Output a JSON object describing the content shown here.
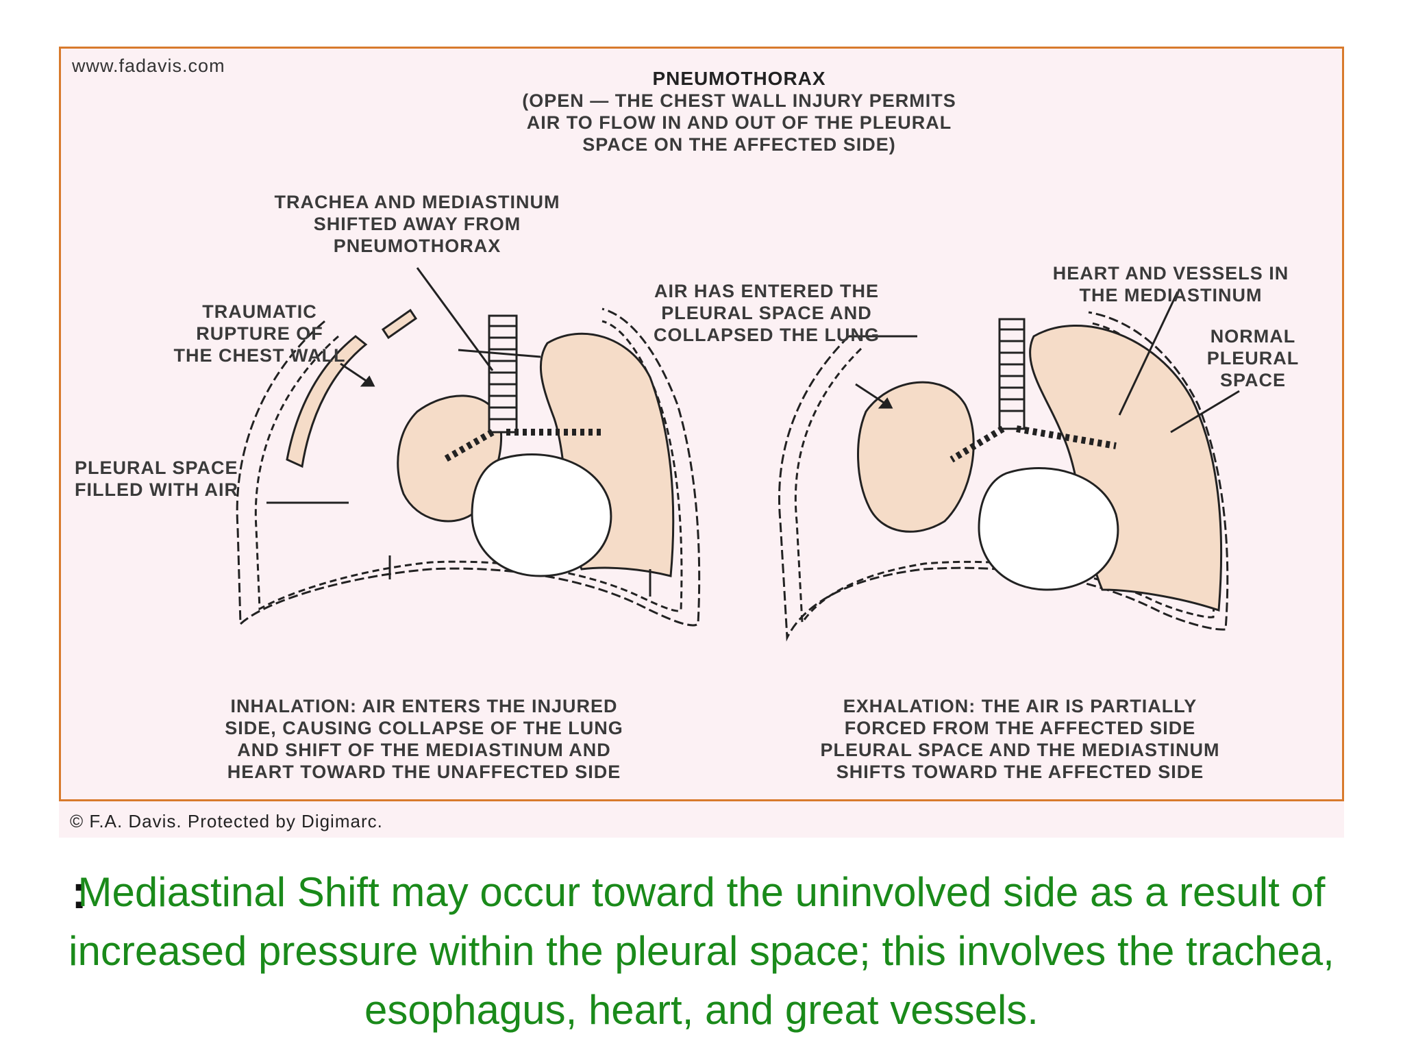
{
  "figure": {
    "url": "www.fadavis.com",
    "title": "PNEUMOTHORAX",
    "subtitle": "(OPEN — THE CHEST WALL INJURY PERMITS\nAIR TO FLOW IN AND OUT OF THE PLEURAL\nSPACE ON THE AFFECTED SIDE)",
    "labels": {
      "trachea": "TRACHEA AND MEDIASTINUM\nSHIFTED AWAY FROM\nPNEUMOTHORAX",
      "rupture": "TRAUMATIC\nRUPTURE OF\nTHE CHEST WALL",
      "air_entered": "AIR HAS ENTERED THE\nPLEURAL SPACE AND\nCOLLAPSED THE LUNG",
      "heart_vessels": "HEART AND VESSELS IN\nTHE MEDIASTINUM",
      "normal_pleural": "NORMAL\nPLEURAL\nSPACE",
      "pleural_air": "PLEURAL SPACE\nFILLED WITH AIR"
    },
    "captions": {
      "inhalation": "INHALATION: AIR ENTERS THE INJURED\nSIDE, CAUSING COLLAPSE OF THE LUNG\nAND SHIFT OF THE MEDIASTINUM AND\nHEART TOWARD THE UNAFFECTED SIDE",
      "exhalation": "EXHALATION: THE AIR IS PARTIALLY\nFORCED FROM THE AFFECTED SIDE\nPLEURAL SPACE AND THE MEDIASTINUM\nSHIFTS TOWARD THE AFFECTED SIDE"
    },
    "copyright": "© F.A. Davis. Protected by Digimarc."
  },
  "caption": {
    "colon": ":",
    "text": "Mediastinal Shift may occur toward the uninvolved side as a result of increased pressure within the pleural space; this involves the trachea, esophagus, heart, and great vessels."
  },
  "colors": {
    "lung_fill": "#f5dcc8",
    "frame_border": "#d87a2c",
    "caption_text": "#1a8a1a"
  }
}
